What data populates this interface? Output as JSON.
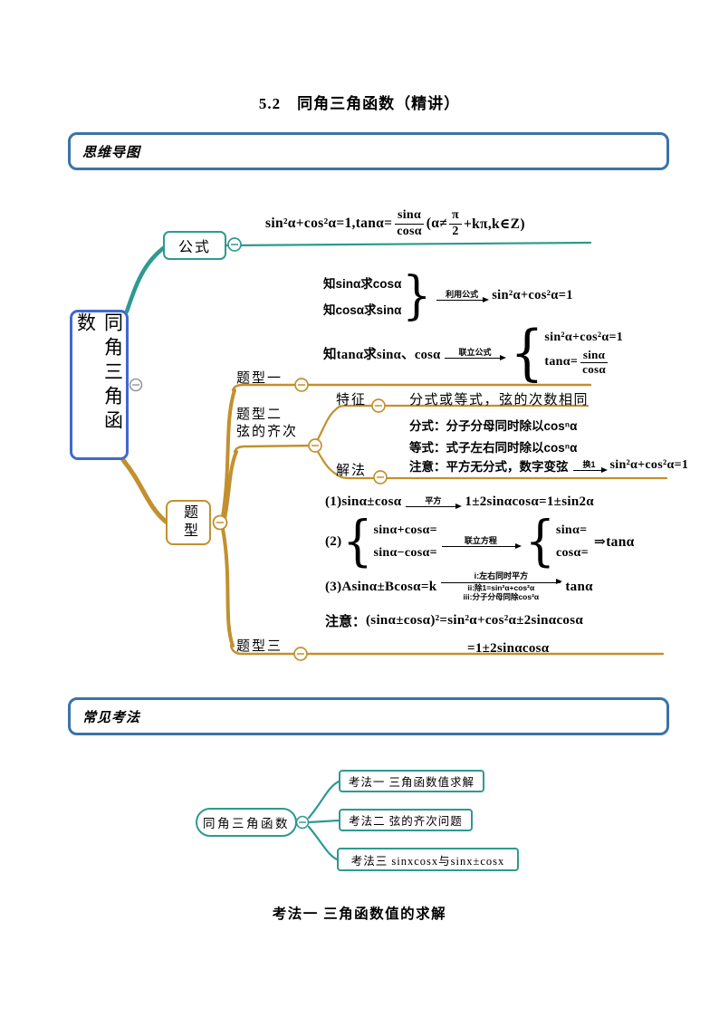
{
  "title": "5.2　同角三角函数（精讲）",
  "headers": {
    "mindmap": "思维导图",
    "methods": "常见考法"
  },
  "footer_heading": "考法一 三角函数值的求解",
  "glyphs": {
    "brace_left": "{",
    "brace_right": "}"
  },
  "colors": {
    "teal": "#2D9A90",
    "gold": "#C2902F",
    "root_border": "#4168D0",
    "header_border": "#3B73A8"
  },
  "mindmap": {
    "root": "同角三角函数",
    "formula": {
      "label": "公式",
      "p1": "sin²α+cos²α=1,tanα=",
      "frac1": {
        "num": "sinα",
        "den": "cosα"
      },
      "p2": "(α≠",
      "frac2": {
        "num": "π",
        "den": "2"
      },
      "p3": "+kπ,k∈Z)"
    },
    "types": {
      "label": "题型",
      "t1": {
        "label": "题型一",
        "know_a1": "知sinα求cosα",
        "know_a2": "知cosα求sinα",
        "arrow_a": "利用公式",
        "result_a": "sin²α+cos²α=1",
        "know_b": "知tanα求sinα、cosα",
        "arrow_b": "联立公式",
        "result_b1": "sin²α+cos²α=1",
        "result_b2": "tanα=",
        "frac": {
          "num": "sinα",
          "den": "cosα"
        }
      },
      "t2": {
        "label_1": "题型二",
        "label_2": "弦的齐次",
        "feature_label": "特征",
        "feature_text": "分式或等式，弦的次数相同",
        "solution_label": "解法",
        "line_fraction": "分式：分子分母同时除以cosⁿα",
        "line_equation": "等式：式子左右同时除以cosⁿα",
        "line_note_pre": "注意：平方无分式，数字变弦",
        "line_note_arrow": "换1",
        "line_note_post": "sin²α+cos²α=1"
      },
      "t3": {
        "label": "题型三",
        "f1_pre": "(1)sinα±cosα",
        "f1_arrow": "平方",
        "f1_post": "1±2sinαcosα=1±sin2α",
        "f2_pre": "(2)",
        "f2_left1": "sinα+cosα=",
        "f2_left2": "sinα−cosα=",
        "f2_arrow": "联立方程",
        "f2_right1": "sinα=",
        "f2_right2": "cosα=",
        "f2_post": "⇒tanα",
        "f3_pre": "(3)Asinα±Bcosα=k",
        "f3_arrow_top": "i:左右同时平方",
        "f3_arrow_mid": "ii:除1=sin²α+cos²α",
        "f3_arrow_bot": "iii:分子分母同除cos²α",
        "f3_post": "tanα",
        "note_label": "注意：",
        "note_line1": "(sinα±cosα)²=sin²α+cos²α±2sinαcosα",
        "note_line2": "=1±2sinαcosα"
      }
    }
  },
  "methods_map": {
    "root": "同角三角函数",
    "items": [
      {
        "label": "考法一 三角函数值求解"
      },
      {
        "label": "考法二 弦的齐次问题"
      },
      {
        "label": "考法三 sinxcosx与sinx±cosx"
      }
    ]
  }
}
